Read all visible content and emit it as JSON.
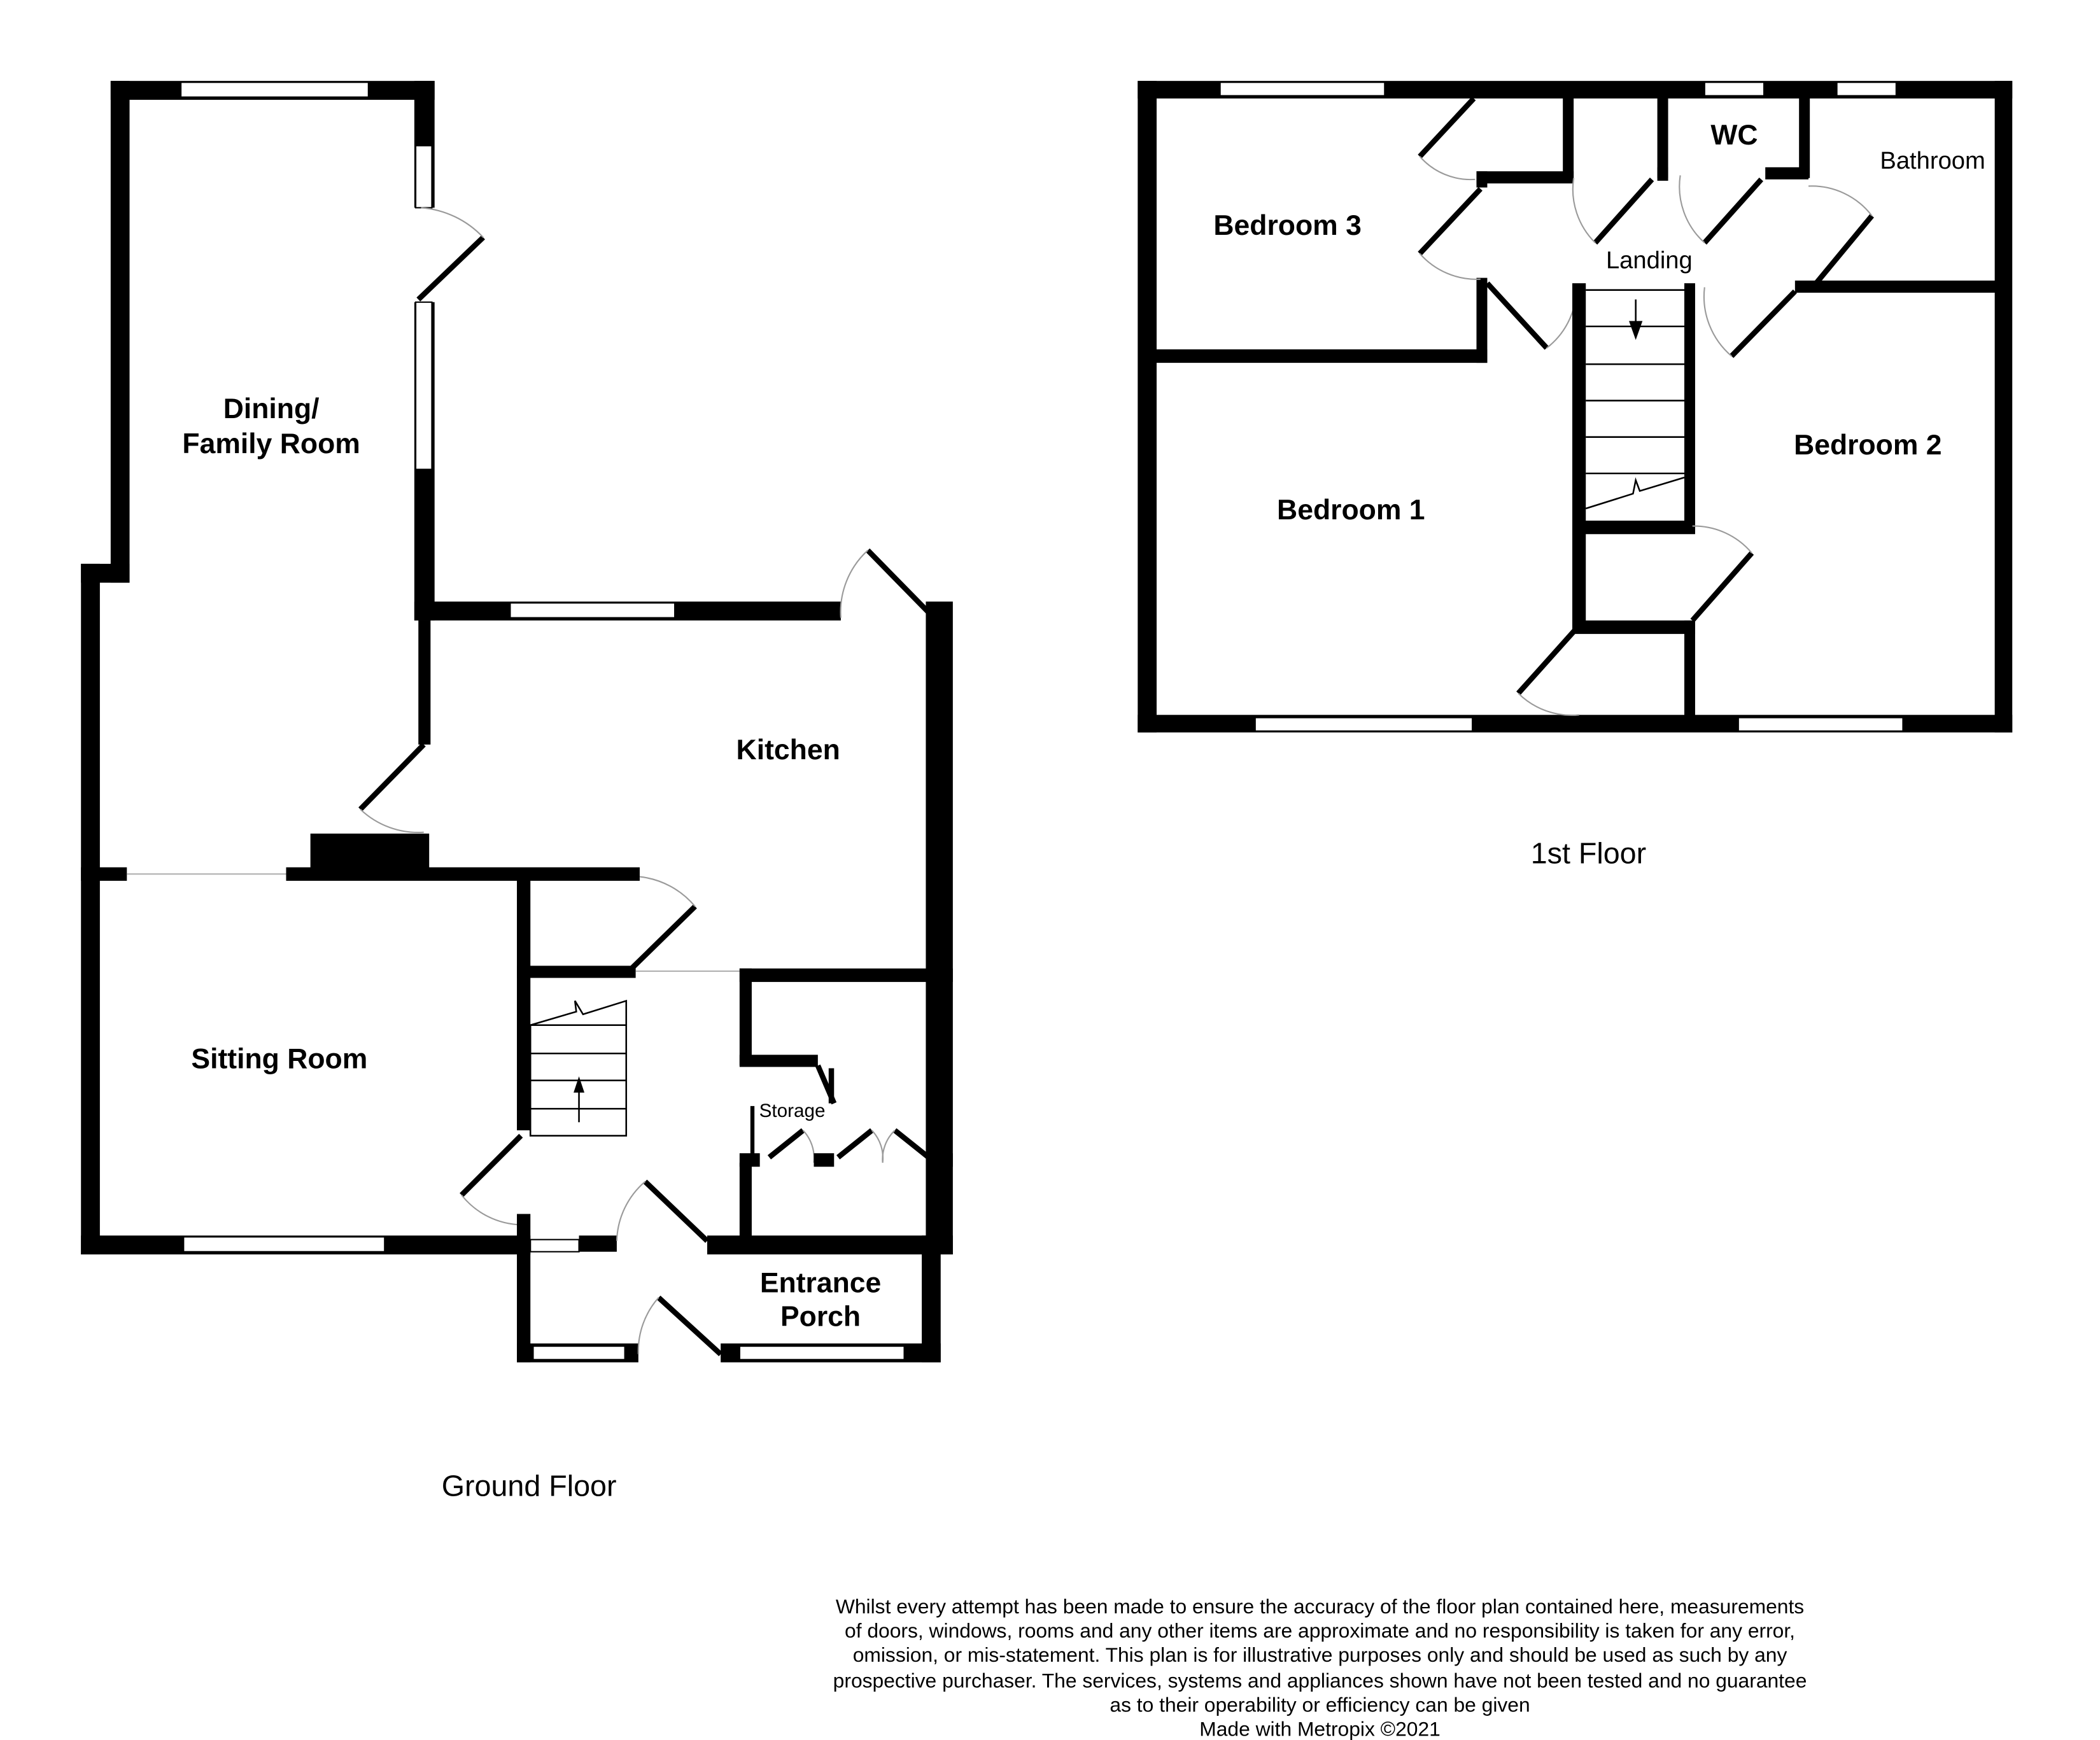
{
  "ground_floor": {
    "title": "Ground Floor",
    "rooms": {
      "dining_line1": "Dining/",
      "dining_line2": "Family Room",
      "kitchen": "Kitchen",
      "sitting": "Sitting Room",
      "storage": "Storage",
      "porch_line1": "Entrance",
      "porch_line2": "Porch"
    },
    "stairs_direction": "up"
  },
  "first_floor": {
    "title": "1st Floor",
    "rooms": {
      "bedroom1": "Bedroom 1",
      "bedroom2": "Bedroom 2",
      "bedroom3": "Bedroom 3",
      "wc": "WC",
      "bathroom": "Bathroom",
      "landing": "Landing"
    },
    "stairs_direction": "down"
  },
  "disclaimer": {
    "lines": [
      "Whilst every attempt has been made to ensure the accuracy of the floor plan contained here, measurements",
      "of doors, windows, rooms and any other items are approximate and no responsibility is taken for any error,",
      "omission, or mis-statement. This plan is for illustrative purposes only and should be used as such by any",
      "prospective purchaser. The services, systems and appliances shown have not been tested and no guarantee",
      "as to their operability or efficiency can be given"
    ],
    "credit": "Made with Metropix ©2021"
  },
  "colors": {
    "wall": "#000000",
    "background": "#ffffff",
    "door_swing": "#9a9a9a"
  }
}
